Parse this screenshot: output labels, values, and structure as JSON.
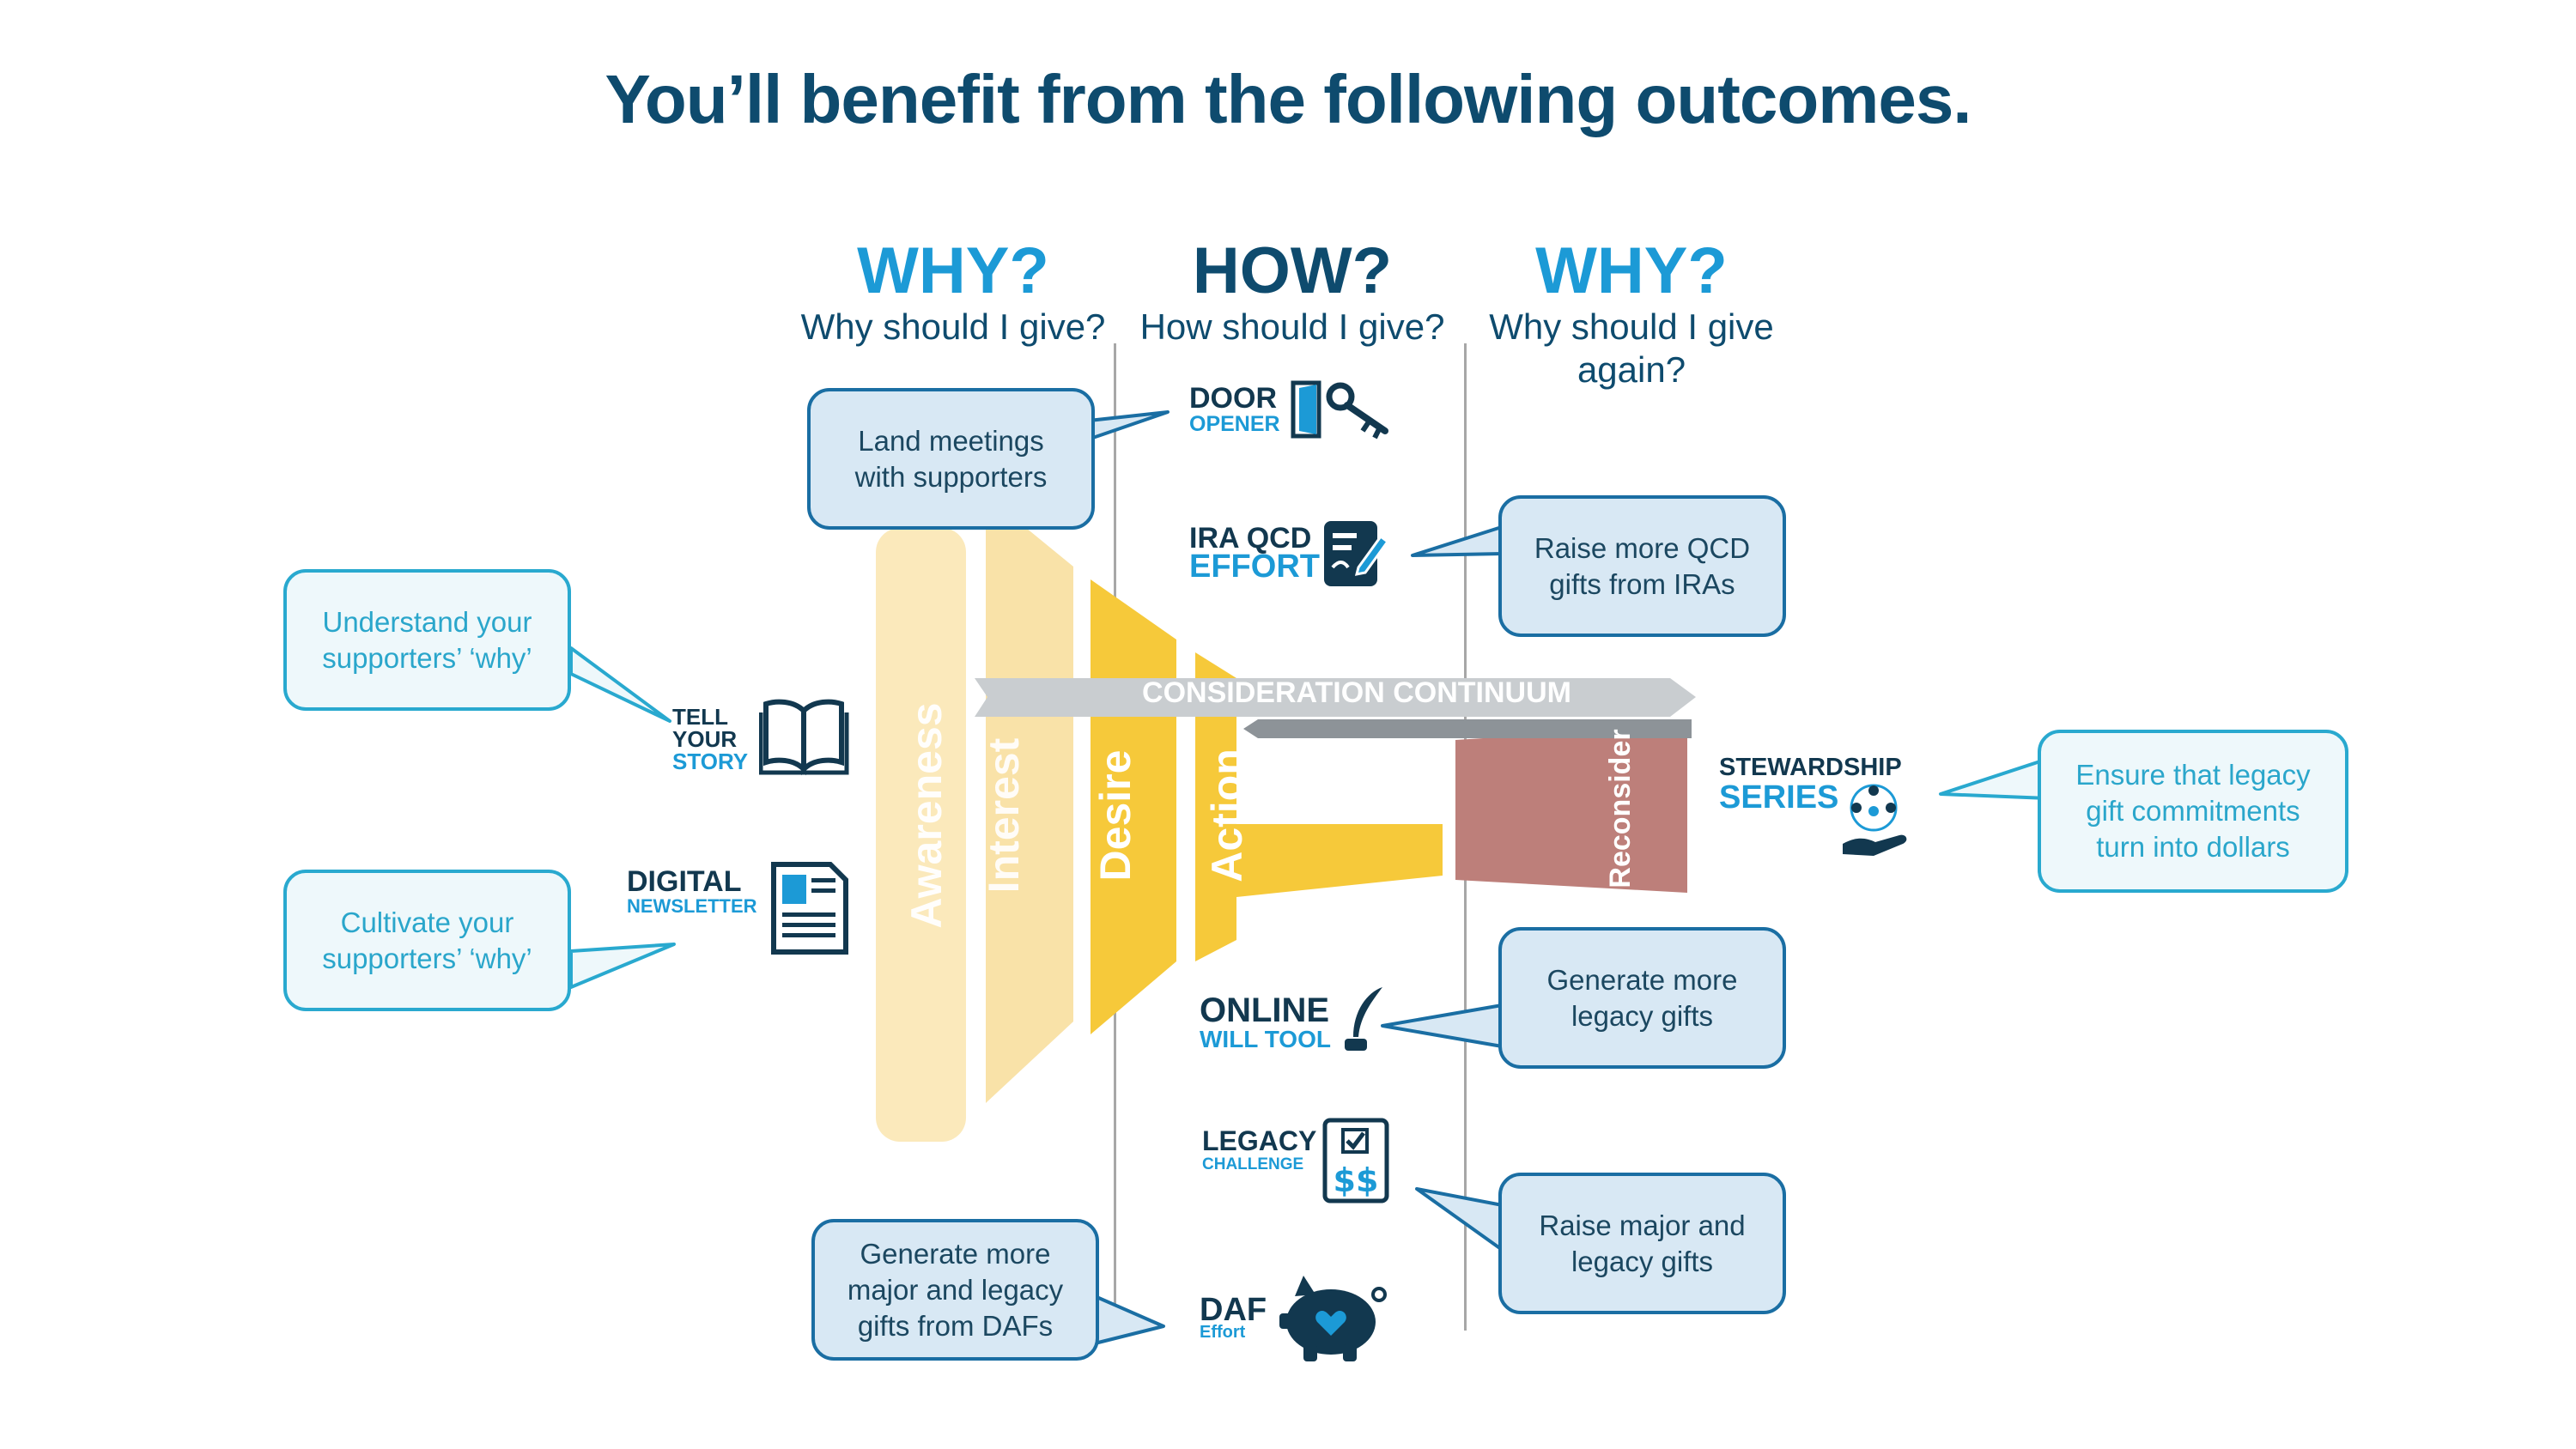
{
  "title": "You’ll benefit from the following outcomes.",
  "columns": [
    {
      "heading": "WHY?",
      "subheading": "Why should I give?"
    },
    {
      "heading": "HOW?",
      "subheading": "How should I give?"
    },
    {
      "heading": "WHY?",
      "subheading": "Why should I give\nagain?"
    }
  ],
  "funnel": {
    "stages": [
      "Awareness",
      "Interest",
      "Desire",
      "Action",
      "Reconsider"
    ],
    "continuum_label": "CONSIDERATION CONTINUUM"
  },
  "tactics": {
    "door_opener": {
      "line1": "DOOR",
      "line2": "OPENER"
    },
    "ira_qcd": {
      "line1": "IRA QCD",
      "line2": "EFFORT"
    },
    "tell_story": {
      "line1": "TELL",
      "line2": "YOUR",
      "line3": "STORY"
    },
    "digital_newsletter": {
      "line1": "DIGITAL",
      "line2": "NEWSLETTER"
    },
    "stewardship": {
      "line1": "STEWARDSHIP",
      "line2": "SERIES"
    },
    "online_will": {
      "line1": "ONLINE",
      "line2": "WILL TOOL"
    },
    "legacy_challenge": {
      "line1": "LEGACY",
      "line2": "CHALLENGE"
    },
    "daf": {
      "line1": "DAF",
      "line2": "Effort"
    }
  },
  "callouts": {
    "land_meetings": "Land meetings\nwith supporters",
    "raise_qcd": "Raise more QCD\ngifts from IRAs",
    "understand_why": "Understand your\nsupporters’ ‘why’",
    "cultivate_why": "Cultivate your\nsupporters’ ‘why’",
    "ensure_legacy": "Ensure that legacy\ngift commitments\nturn into dollars",
    "generate_legacy": "Generate more\nlegacy gifts",
    "raise_major": "Raise major and\nlegacy gifts",
    "generate_daf": "Generate more\nmajor and legacy\ngifts from DAFs"
  },
  "colors": {
    "title": "#0e4b6e",
    "why": "#1c9ad6",
    "how": "#0e4b6e",
    "awareness": "#fbe9bb",
    "interest": "#f9e2a8",
    "desire": "#f6c93a",
    "action": "#f6c93a",
    "reconsider": "#bd7f7a"
  }
}
